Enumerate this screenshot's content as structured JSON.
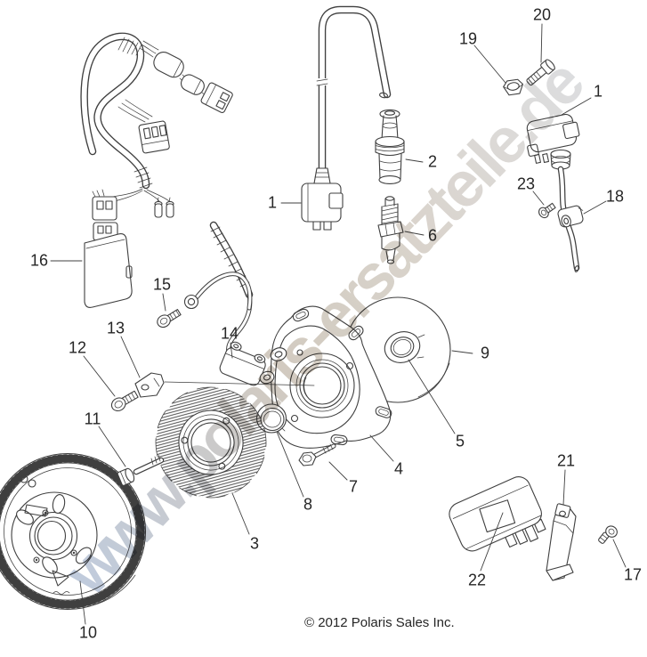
{
  "page": {
    "watermark": "www.polaris-ersatzteile.de",
    "copyright": "© 2012 Polaris Sales Inc."
  },
  "colors": {
    "background": "#ffffff",
    "line_art": "#3f3f3f",
    "callout_text": "#262626",
    "watermark_blue": "#b9c6d9",
    "watermark_tan": "#cdc5b9",
    "watermark_gray": "#d9dadc"
  },
  "callouts": [
    {
      "label": "1"
    },
    {
      "label": "1"
    },
    {
      "label": "2"
    },
    {
      "label": "3"
    },
    {
      "label": "4"
    },
    {
      "label": "5"
    },
    {
      "label": "6"
    },
    {
      "label": "7"
    },
    {
      "label": "8"
    },
    {
      "label": "9"
    },
    {
      "label": "10"
    },
    {
      "label": "11"
    },
    {
      "label": "12"
    },
    {
      "label": "13"
    },
    {
      "label": "14"
    },
    {
      "label": "15"
    },
    {
      "label": "16"
    },
    {
      "label": "17"
    },
    {
      "label": "18"
    },
    {
      "label": "19"
    },
    {
      "label": "20"
    },
    {
      "label": "21"
    },
    {
      "label": "22"
    },
    {
      "label": "23"
    }
  ]
}
